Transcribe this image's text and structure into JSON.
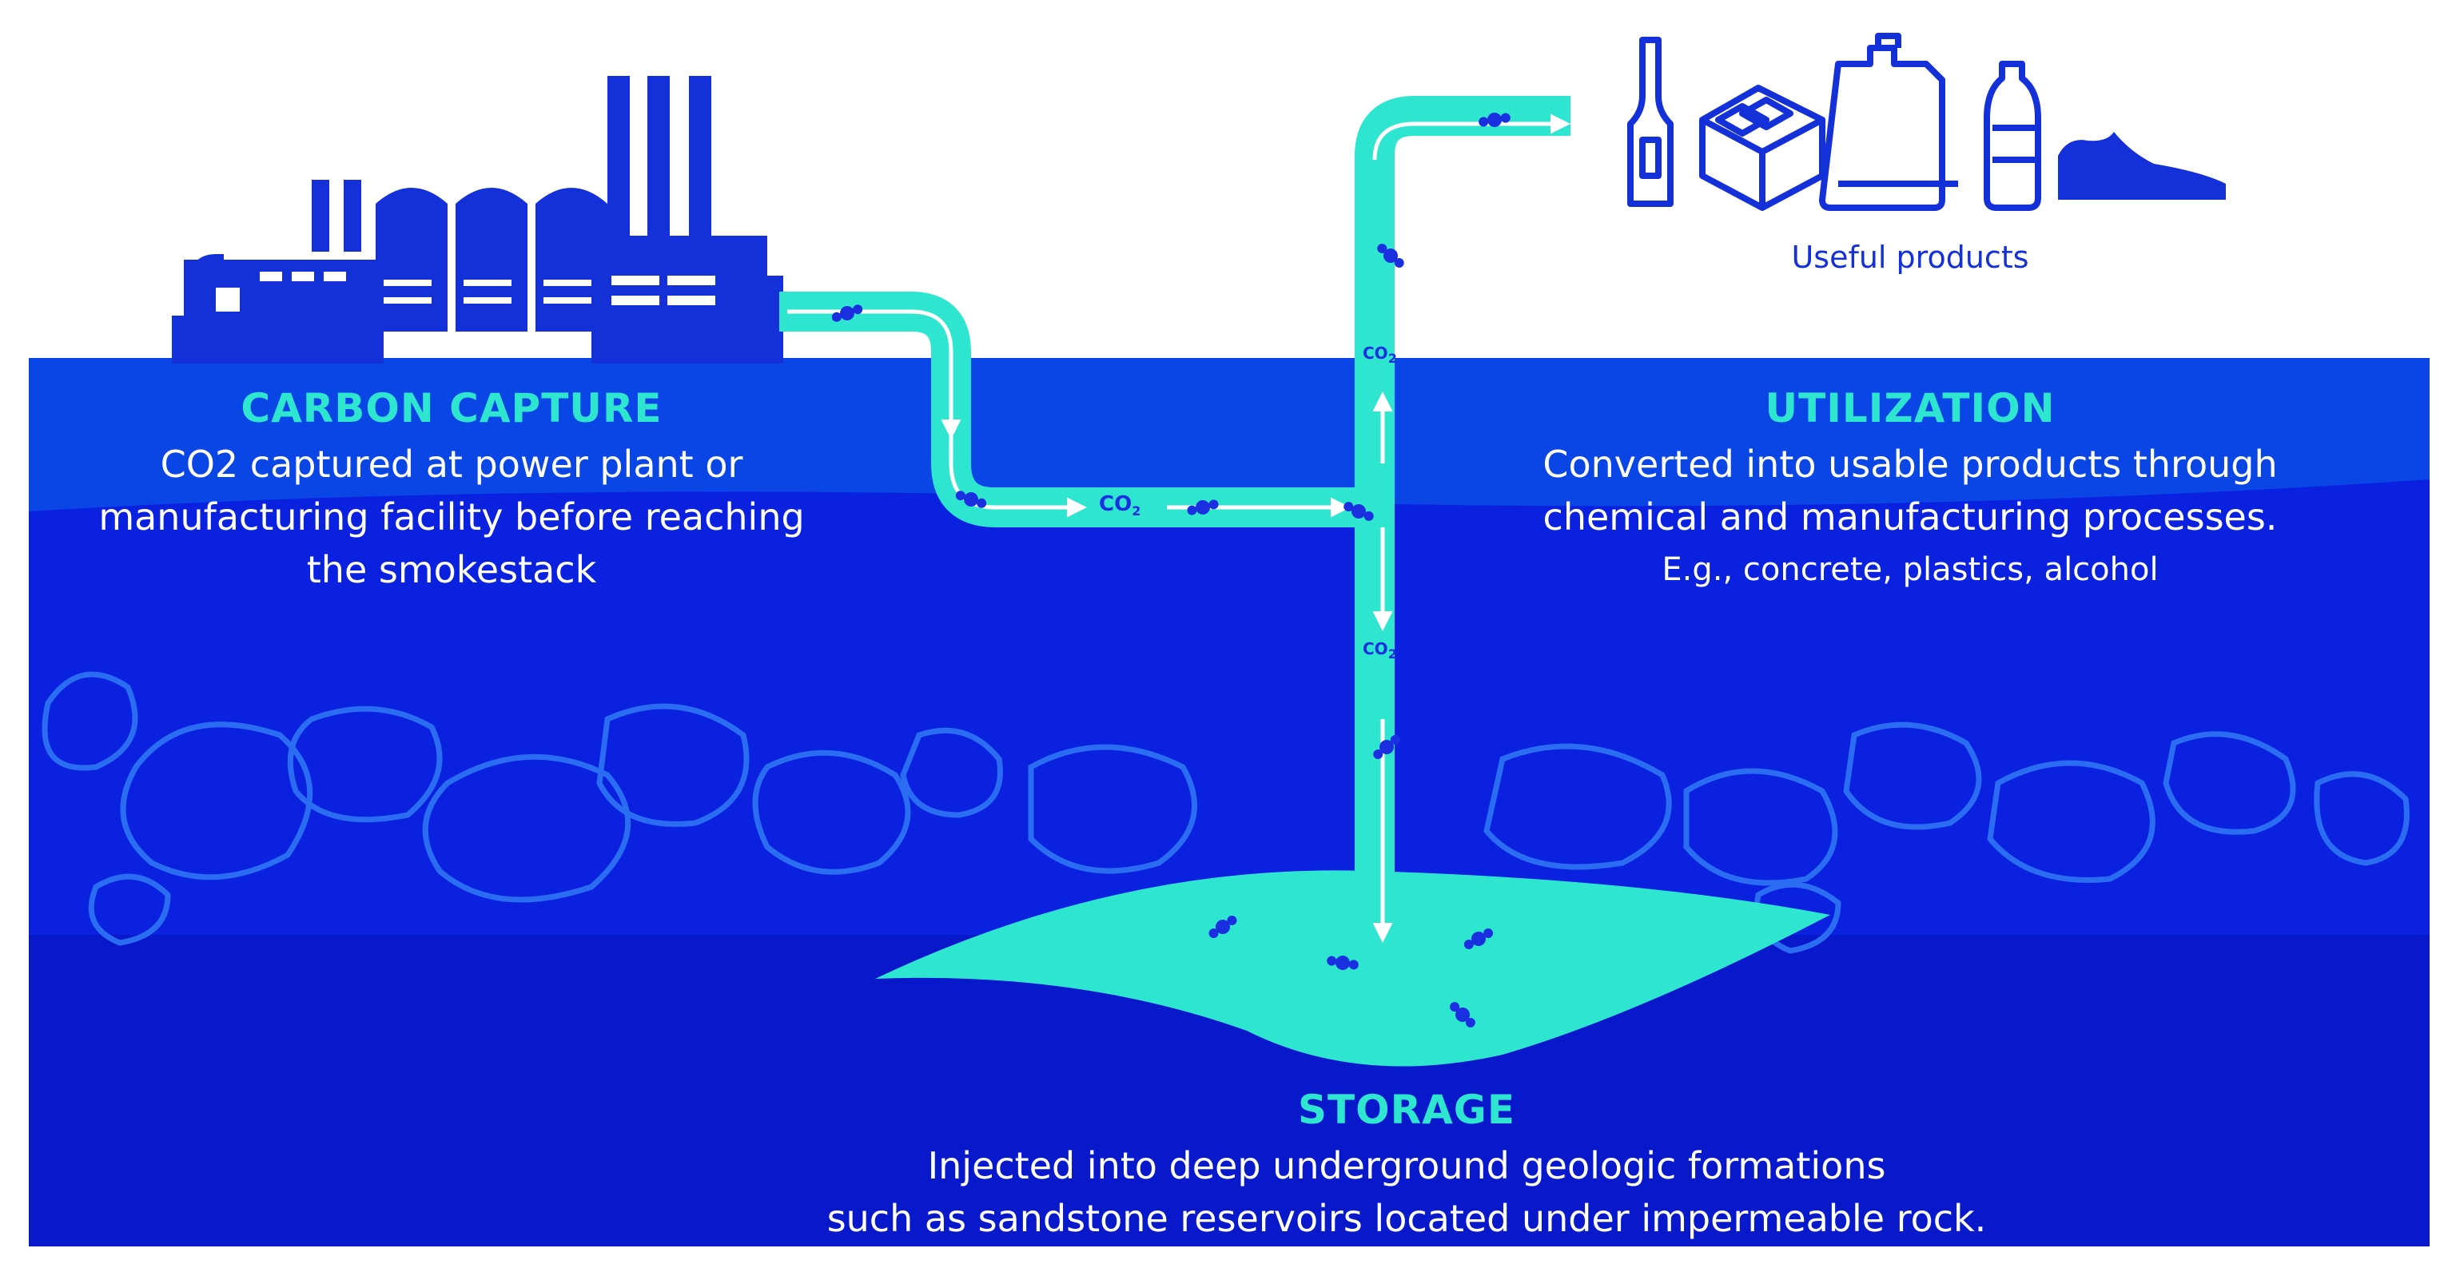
{
  "colors": {
    "ground_top": "#0a45e6",
    "ground_mid": "#0a22e0",
    "ground_deep": "#0819cc",
    "pipe": "#2ee6d0",
    "heading": "#2ee6d0",
    "icon": "#1430d8",
    "molecule": "#1a2fe0",
    "rock_outline": "#2a6cf2"
  },
  "icons": {
    "factory": "factory-icon",
    "bottle": "bottle-icon",
    "concrete_block": "concrete-block-icon",
    "jerrycan": "jerrycan-icon",
    "plastic_bottle": "plastic-bottle-icon",
    "sneaker": "sneaker-icon",
    "co2_molecule": "co2-molecule-icon"
  },
  "products_label": "Useful products",
  "capture": {
    "title": "CARBON CAPTURE",
    "lines": [
      "CO2 captured at power plant or",
      "manufacturing facility before reaching",
      "the smokestack"
    ]
  },
  "utilization": {
    "title": "UTILIZATION",
    "lines": [
      "Converted into usable products through",
      "chemical and manufacturing processes."
    ],
    "examples": "E.g., concrete, plastics, alcohol"
  },
  "storage": {
    "title": "STORAGE",
    "lines": [
      "Injected into deep underground geologic formations",
      "such as sandstone reservoirs located under impermeable rock."
    ]
  },
  "pipe_labels": [
    {
      "text": "CO",
      "sub": "2"
    },
    {
      "text": "CO",
      "sub": "2"
    },
    {
      "text": "CO",
      "sub": "2"
    }
  ]
}
